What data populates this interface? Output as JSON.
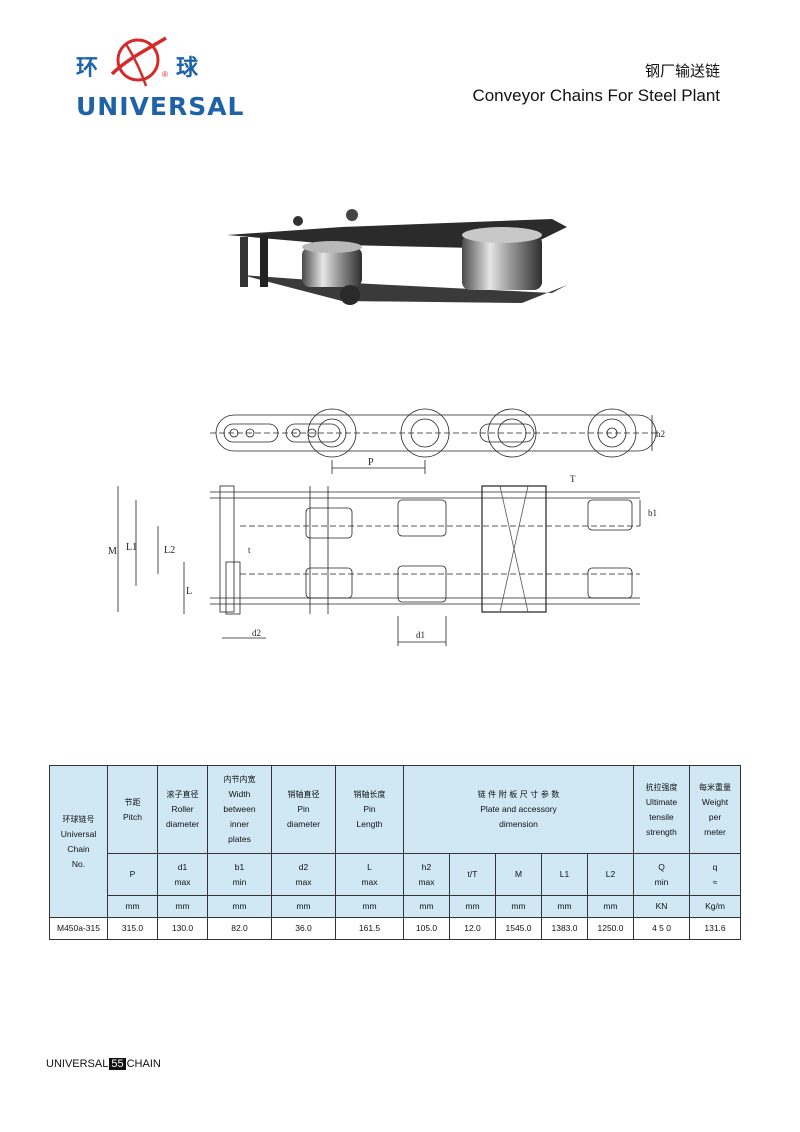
{
  "logo": {
    "cn_left": "环",
    "cn_right": "球",
    "registered": "®",
    "latin": "UNIVERSAL",
    "color": "#1e63a8",
    "accent": "#d42a2a"
  },
  "header": {
    "title_cn": "钢厂输送链",
    "title_en": "Conveyor Chains For Steel Plant"
  },
  "drawing_labels": {
    "P": "P",
    "h2": "h2",
    "T": "T",
    "b1": "b1",
    "M": "M",
    "L1": "L1",
    "L2": "L2",
    "L": "L",
    "t": "t",
    "d2": "d2",
    "d1": "d1"
  },
  "table": {
    "col_chain": {
      "cn": "环球链号",
      "en": [
        "Universal",
        "Chain",
        "No."
      ]
    },
    "col_pitch": {
      "cn": "节距",
      "en": [
        "Pitch"
      ]
    },
    "col_roller": {
      "cn": "滚子直径",
      "en": [
        "Roller",
        "diameter"
      ]
    },
    "col_width": {
      "cn": "内节内宽",
      "en": [
        "Width",
        "between",
        "inner",
        "plates"
      ]
    },
    "col_pin_d": {
      "cn": "销轴直径",
      "en": [
        "Pin",
        "diameter"
      ]
    },
    "col_pin_l": {
      "cn": "销轴长度",
      "en": [
        "Pin",
        "Length"
      ]
    },
    "col_plate": {
      "cn": "链 件 附 板 尺 寸 参 数",
      "en": [
        "Plate and accessory",
        "dimension"
      ]
    },
    "col_tensile": {
      "cn": "抗拉强度",
      "en": [
        "Ultimate",
        "tensile",
        "strength"
      ]
    },
    "col_weight": {
      "cn": "每米重量",
      "en": [
        "Weight",
        "per",
        "meter"
      ]
    },
    "symbols": [
      {
        "a": "P",
        "b": ""
      },
      {
        "a": "d1",
        "b": "max"
      },
      {
        "a": "b1",
        "b": "min"
      },
      {
        "a": "d2",
        "b": "max"
      },
      {
        "a": "L",
        "b": "max"
      },
      {
        "a": "h2",
        "b": "max"
      },
      {
        "a": "t/T",
        "b": ""
      },
      {
        "a": "M",
        "b": ""
      },
      {
        "a": "L1",
        "b": ""
      },
      {
        "a": "L2",
        "b": ""
      },
      {
        "a": "Q",
        "b": "min"
      },
      {
        "a": "q",
        "b": "≈"
      }
    ],
    "units": [
      "mm",
      "mm",
      "mm",
      "mm",
      "mm",
      "mm",
      "mm",
      "mm",
      "mm",
      "mm",
      "KN",
      "Kg/m"
    ],
    "rows": [
      [
        "M450a-315",
        "315.0",
        "130.0",
        "82.0",
        "36.0",
        "161.5",
        "105.0",
        "12.0",
        "1545.0",
        "1383.0",
        "1250.0",
        "4 5 0",
        "131.6"
      ]
    ]
  },
  "footer": {
    "left": "UNIVERSAL",
    "page": "55",
    "right": "CHAIN"
  }
}
